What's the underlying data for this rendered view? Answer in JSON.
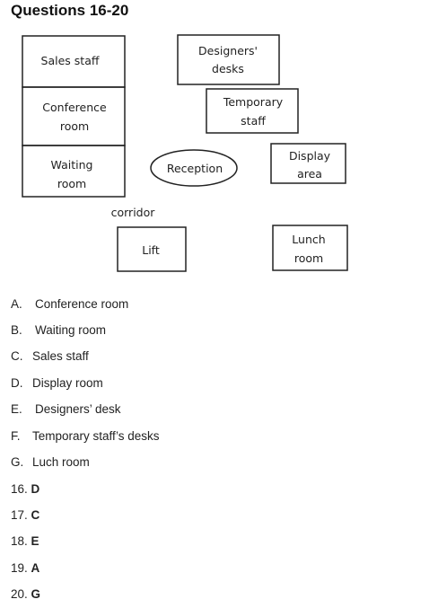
{
  "title": "Questions 16-20",
  "plan": {
    "sales_staff": "Sales staff",
    "conference_1": "Conference",
    "conference_2": "room",
    "waiting_1": "Waiting",
    "waiting_2": "room",
    "designers_1": "Designers'",
    "designers_2": "desks",
    "temporary_1": "Temporary",
    "temporary_2": "staff",
    "reception": "Reception",
    "display_1": "Display",
    "display_2": "area",
    "corridor": "corridor",
    "lift": "Lift",
    "lunch_1": "Lunch",
    "lunch_2": "room"
  },
  "options": [
    {
      "letter": "A.",
      "text": "Conference room"
    },
    {
      "letter": "B.",
      "text": "Waiting room"
    },
    {
      "letter": "C.",
      "text": "Sales staff"
    },
    {
      "letter": "D.",
      "text": "Display room"
    },
    {
      "letter": "E.",
      "text": "Designers’ desk"
    },
    {
      "letter": "F.",
      "text": "Temporary staff’s desks"
    },
    {
      "letter": "G.",
      "text": "Luch room"
    }
  ],
  "answers": [
    {
      "num": "16.",
      "letter": "D"
    },
    {
      "num": "17.",
      "letter": "C"
    },
    {
      "num": "18.",
      "letter": "E"
    },
    {
      "num": "19.",
      "letter": "A"
    },
    {
      "num": "20.",
      "letter": "G"
    }
  ]
}
